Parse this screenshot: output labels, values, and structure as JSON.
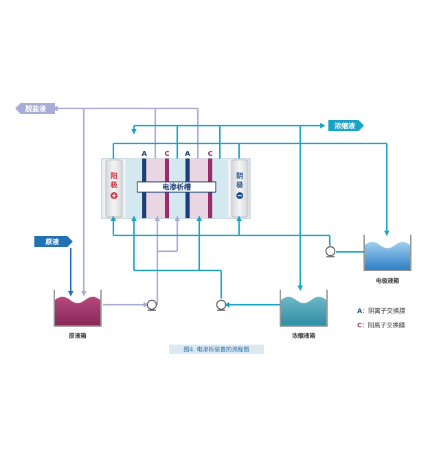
{
  "labels": {
    "desalted": "脱盐液",
    "concentrate": "浓缩液",
    "raw_liquid": "原液",
    "anode": "阳极",
    "cathode": "阴极",
    "cell": "电渗析槽",
    "membrane_a1": "A",
    "membrane_c1": "C",
    "membrane_a2": "A",
    "membrane_c2": "C",
    "raw_tank": "原液箱",
    "conc_tank": "浓缩液箱",
    "electrode_tank": "电极液箱",
    "caption": "图4. 电渗析装置的流程图"
  },
  "legend": [
    {
      "key": "A",
      "sep": "：",
      "text": "阴离子交换膜",
      "color": "#1b3f75"
    },
    {
      "key": "C",
      "sep": "：",
      "text": "阳离子交换膜",
      "color": "#9b2b6b"
    }
  ],
  "colors": {
    "lavender": "#a9acd6",
    "cyan": "#1aa3c7",
    "darkBlue": "#2371b5",
    "anion": "#1b3f75",
    "cation": "#9b2b6b"
  }
}
